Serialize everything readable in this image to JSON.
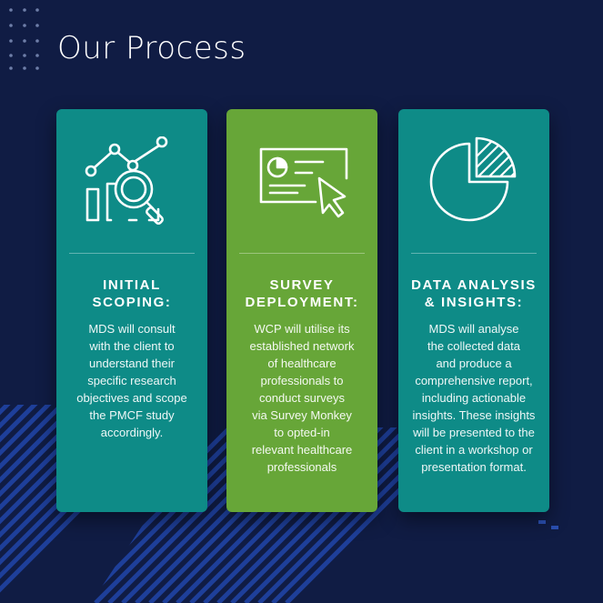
{
  "page": {
    "title": "Our Process",
    "background_color": "#101c44",
    "stripe_color": "#1e3f9a",
    "dot_color": "#6e7ea8"
  },
  "cards": [
    {
      "title": "INITIAL\nSCOPING:",
      "body": "MDS will consult\nwith the client to\nunderstand their\nspecific research\nobjectives and scope\nthe PMCF study\naccordingly.",
      "color": "#0e8b87",
      "icon": "analytics-magnifier-icon"
    },
    {
      "title": "SURVEY\nDEPLOYMENT:",
      "body": "WCP will utilise its\nestablished network\nof healthcare\nprofessionals to\nconduct surveys\nvia Survey Monkey\nto opted-in\nrelevant healthcare\nprofessionals",
      "color": "#67a638",
      "icon": "survey-screen-cursor-icon"
    },
    {
      "title": "DATA ANALYSIS\n& INSIGHTS:",
      "body": "MDS will analyse\nthe collected data\nand produce a\ncomprehensive report,\nincluding actionable\ninsights. These insights\nwill be presented to the\nclient in a workshop or\npresentation format.",
      "color": "#0e8b87",
      "icon": "pie-chart-icon"
    }
  ]
}
